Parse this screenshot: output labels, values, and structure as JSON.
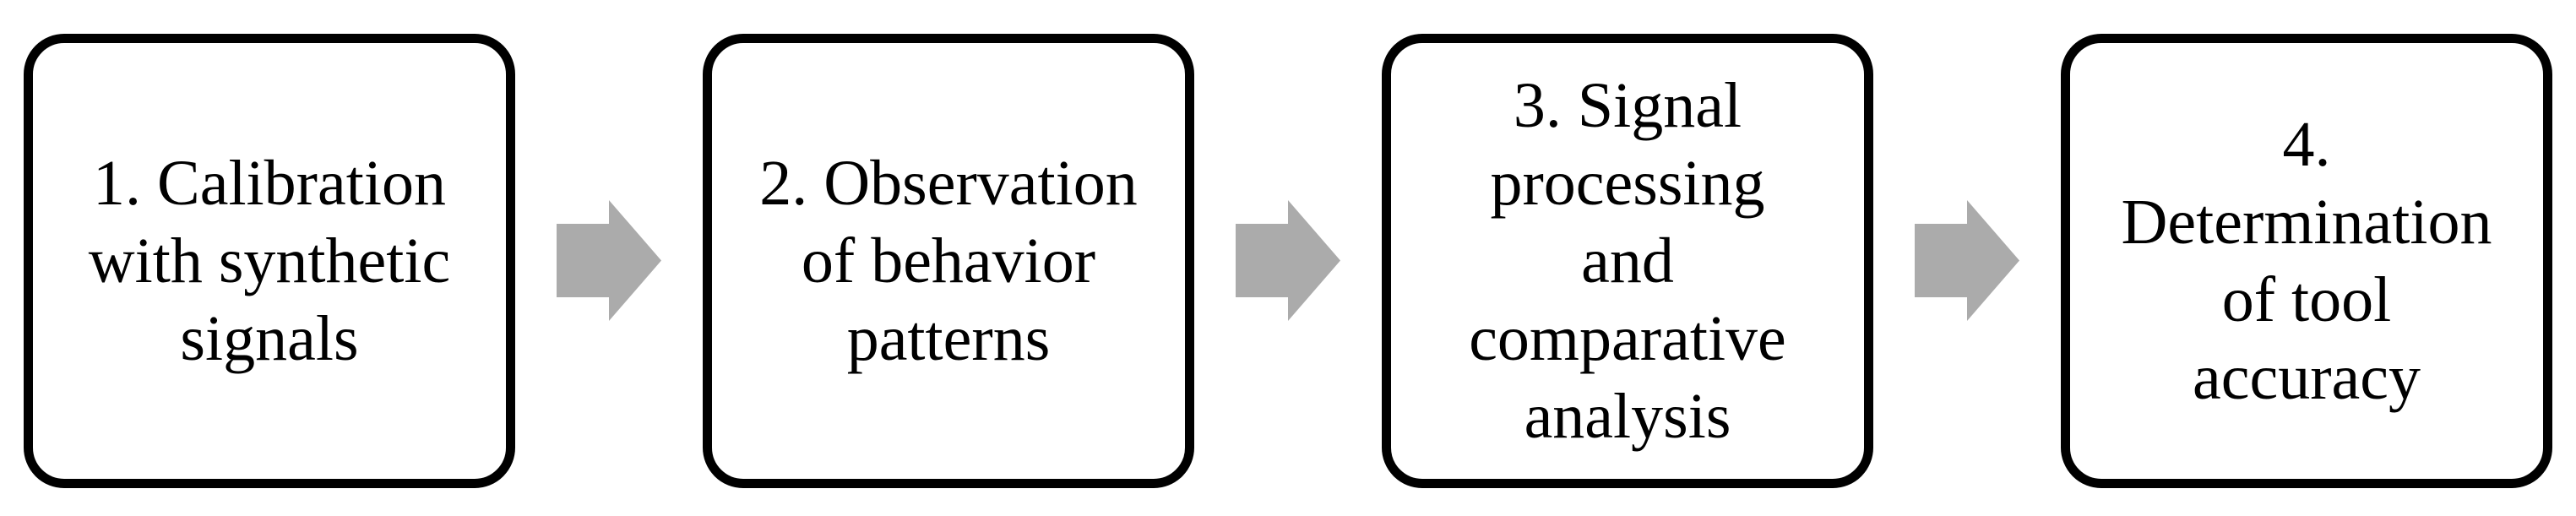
{
  "diagram": {
    "type": "process-flow",
    "direction": "left-to-right",
    "connector": "right-block-arrow",
    "steps": [
      {
        "number": "1",
        "label": "1. Calibration with synthetic signals",
        "lines": [
          "1. Calibration",
          "with synthetic",
          "signals"
        ]
      },
      {
        "number": "2",
        "label": "2. Observation of behavior patterns",
        "lines": [
          "2. Observation",
          "of behavior",
          "patterns"
        ]
      },
      {
        "number": "3",
        "label": "3. Signal processing and comparative analysis",
        "lines": [
          "3. Signal",
          "processing",
          "and",
          "comparative",
          "analysis"
        ]
      },
      {
        "number": "4",
        "label": "4. Determination of tool accuracy",
        "lines": [
          "4.",
          "Determination",
          "of tool",
          "accuracy"
        ]
      }
    ]
  },
  "colors": {
    "background": "#ffffff",
    "box_fill": "#ffffff",
    "box_border": "#000000",
    "text": "#000000",
    "arrow_fill": "#ababab"
  }
}
